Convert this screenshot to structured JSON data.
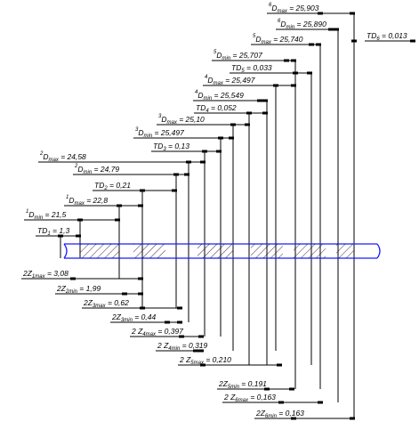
{
  "top_labels": [
    {
      "id": "d6max",
      "sym": "D",
      "sub": "max",
      "sup": "6",
      "value": "= 25,903"
    },
    {
      "id": "d6min",
      "sym": "D",
      "sub": "min",
      "sup": "6",
      "value": "= 25,890"
    },
    {
      "id": "td6",
      "sym": "TD",
      "sub": "6",
      "sup": "",
      "value": "= 0,013"
    },
    {
      "id": "d5max",
      "sym": "D",
      "sub": "max",
      "sup": "5",
      "value": "= 25,740"
    },
    {
      "id": "d5min",
      "sym": "D",
      "sub": "min",
      "sup": "5",
      "value": "= 25,707"
    },
    {
      "id": "td5",
      "sym": "TD",
      "sub": "5",
      "sup": "",
      "value": "= 0,033"
    },
    {
      "id": "d4max",
      "sym": "D",
      "sub": "max",
      "sup": "4",
      "value": "= 25,497"
    },
    {
      "id": "d4min",
      "sym": "D",
      "sub": "min",
      "sup": "4",
      "value": "= 25,549"
    },
    {
      "id": "td4",
      "sym": "TD",
      "sub": "4",
      "sup": "",
      "value": "= 0,052"
    },
    {
      "id": "d3max",
      "sym": "D",
      "sub": "max",
      "sup": "3",
      "value": "= 25,10"
    },
    {
      "id": "d3min",
      "sym": "D",
      "sub": "min",
      "sup": "3",
      "value": "= 25,497"
    },
    {
      "id": "td3",
      "sym": "TD",
      "sub": "3",
      "sup": "",
      "value": "= 0,13"
    },
    {
      "id": "d2max",
      "sym": "D",
      "sub": "max",
      "sup": "2",
      "value": "= 24,58"
    },
    {
      "id": "d2min",
      "sym": "D",
      "sub": "min",
      "sup": "2",
      "value": "= 24,79"
    },
    {
      "id": "td2",
      "sym": "TD",
      "sub": "2",
      "sup": "",
      "value": "= 0,21"
    },
    {
      "id": "d1max",
      "sym": "D",
      "sub": "max",
      "sup": "1",
      "value": "= 22,8"
    },
    {
      "id": "d1min",
      "sym": "D",
      "sub": "min",
      "sup": "1",
      "value": "= 21,5"
    },
    {
      "id": "td1",
      "sym": "TD",
      "sub": "1",
      "sup": "",
      "value": "= 1,3"
    }
  ],
  "bottom_labels": [
    {
      "id": "z1max",
      "text": "2Z",
      "sub": "1max",
      "value": "= 3,08"
    },
    {
      "id": "z2min",
      "text": "2Z",
      "sub": "2min",
      "value": "= 1,99"
    },
    {
      "id": "z3max",
      "text": "2Z",
      "sub": "3max",
      "value": "= 0,62"
    },
    {
      "id": "z3min",
      "text": "2Z",
      "sub": "3min",
      "value": "= 0,44"
    },
    {
      "id": "z4max",
      "text": "2 Z",
      "sub": "4max",
      "value": "= 0,397"
    },
    {
      "id": "z4min",
      "text": "2 Z",
      "sub": "4min",
      "value": "= 0,319"
    },
    {
      "id": "z5max",
      "text": "2 Z",
      "sub": "5max",
      "value": "= 0,210"
    },
    {
      "id": "z5min",
      "text": "2Z",
      "sub": "5min",
      "value": "= 0,191"
    },
    {
      "id": "z6max",
      "text": "2 Z",
      "sub": "6max",
      "value": "= 0,163"
    },
    {
      "id": "z6min",
      "text": "2Z",
      "sub": "6min",
      "value": "= 0,163"
    }
  ],
  "colors": {
    "shaft": "#1a1aff",
    "line": "#000000"
  }
}
